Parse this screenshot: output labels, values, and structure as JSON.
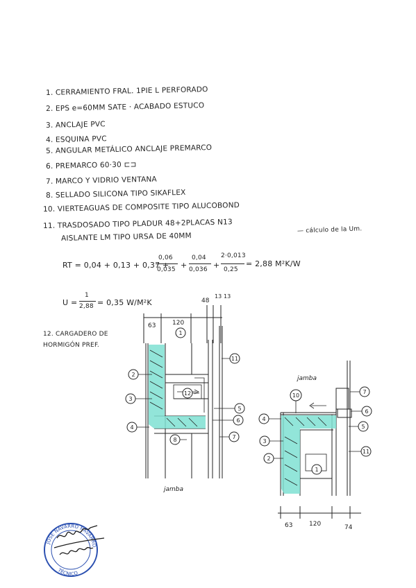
{
  "notes": {
    "items": [
      "1. CERRAMIENTO FRAL. 1PIE L PERFORADO",
      "2. EPS e=60MM SATE · ACABADO ESTUCO",
      "3. ANCLAJE PVC",
      "4. ESQUINA PVC",
      "5. ANGULAR METÁLICO ANCLAJE PREMARCO",
      "6. PREMARCO 60·30 ⊏⊐",
      "7. MARCO Y VIDRIO VENTANA",
      "8. SELLADO SILICONA TIPO SIKAFLEX",
      "10. VIERTEAGUAS DE COMPOSITE TIPO ALUCOBOND",
      "11. TRASDOSADO TIPO PLADUR 48+2PLACAS N13",
      "AISLANTE LM TIPO URSA DE 40MM"
    ],
    "calc_label": "— cálculo de la Um.",
    "formula_rt_prefix": "RT = 0,04 + 0,13 + 0,37 +",
    "frac1_num": "0,06",
    "frac1_den": "0,035",
    "frac2_num": "0,04",
    "frac2_den": "0,036",
    "frac3_num": "2·0,013",
    "frac3_den": "0,25",
    "formula_rt_result": "= 2,88 M²K/W",
    "formula_u_prefix": "U =",
    "u_num": "1",
    "u_den": "2,88",
    "formula_u_result": "= 0,35 W/M²K",
    "item12": "12. CARGADERO DE HORMIGÓN PREF."
  },
  "drawing": {
    "dims_left": [
      "63",
      "120",
      "48",
      "13",
      "13"
    ],
    "dims_right": [
      "63",
      "120",
      "74"
    ],
    "label_jamba_left": "jamba",
    "label_jamba_right": "jamba",
    "callouts_left": [
      "1",
      "2",
      "3",
      "4",
      "8",
      "12",
      "5",
      "6",
      "7",
      "11"
    ],
    "callouts_right": [
      "10",
      "7",
      "6",
      "5",
      "4",
      "3",
      "2",
      "11",
      "1"
    ]
  },
  "stamp": {
    "text_top": "JOSE NAVARRO NAVARRO",
    "text_bottom": "TÉCNICO"
  },
  "colors": {
    "insulation": "#7fe0d2",
    "ink": "#222222",
    "stamp": "#2a4fb0"
  }
}
